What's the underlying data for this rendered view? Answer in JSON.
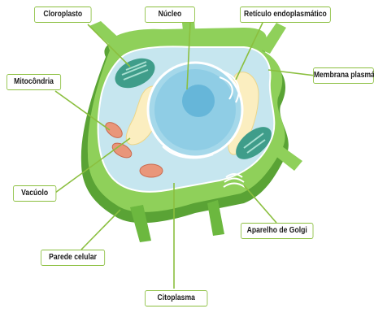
{
  "labels": {
    "cloroplasto": "Cloroplasto",
    "nucleo": "Núcleo",
    "reticulo": "Retículo endoplasmático",
    "membrana": "Membrana plasmática",
    "mitocondria": "Mitocôndria",
    "vacuolo": "Vacúolo",
    "parede": "Parede celular",
    "citoplasma": "Citoplasma",
    "golgi": "Aparelho de Golgi"
  },
  "colors": {
    "wall_green": "#7dc24a",
    "wall_dark": "#5aa335",
    "cytoplasm": "#c6e6ef",
    "nucleus": "#8fcde5",
    "vacuole": "#fbeec0",
    "mitochondria": "#e9967a",
    "chloroplast": "#3f9d8a",
    "label_border": "#8bbf3f"
  }
}
